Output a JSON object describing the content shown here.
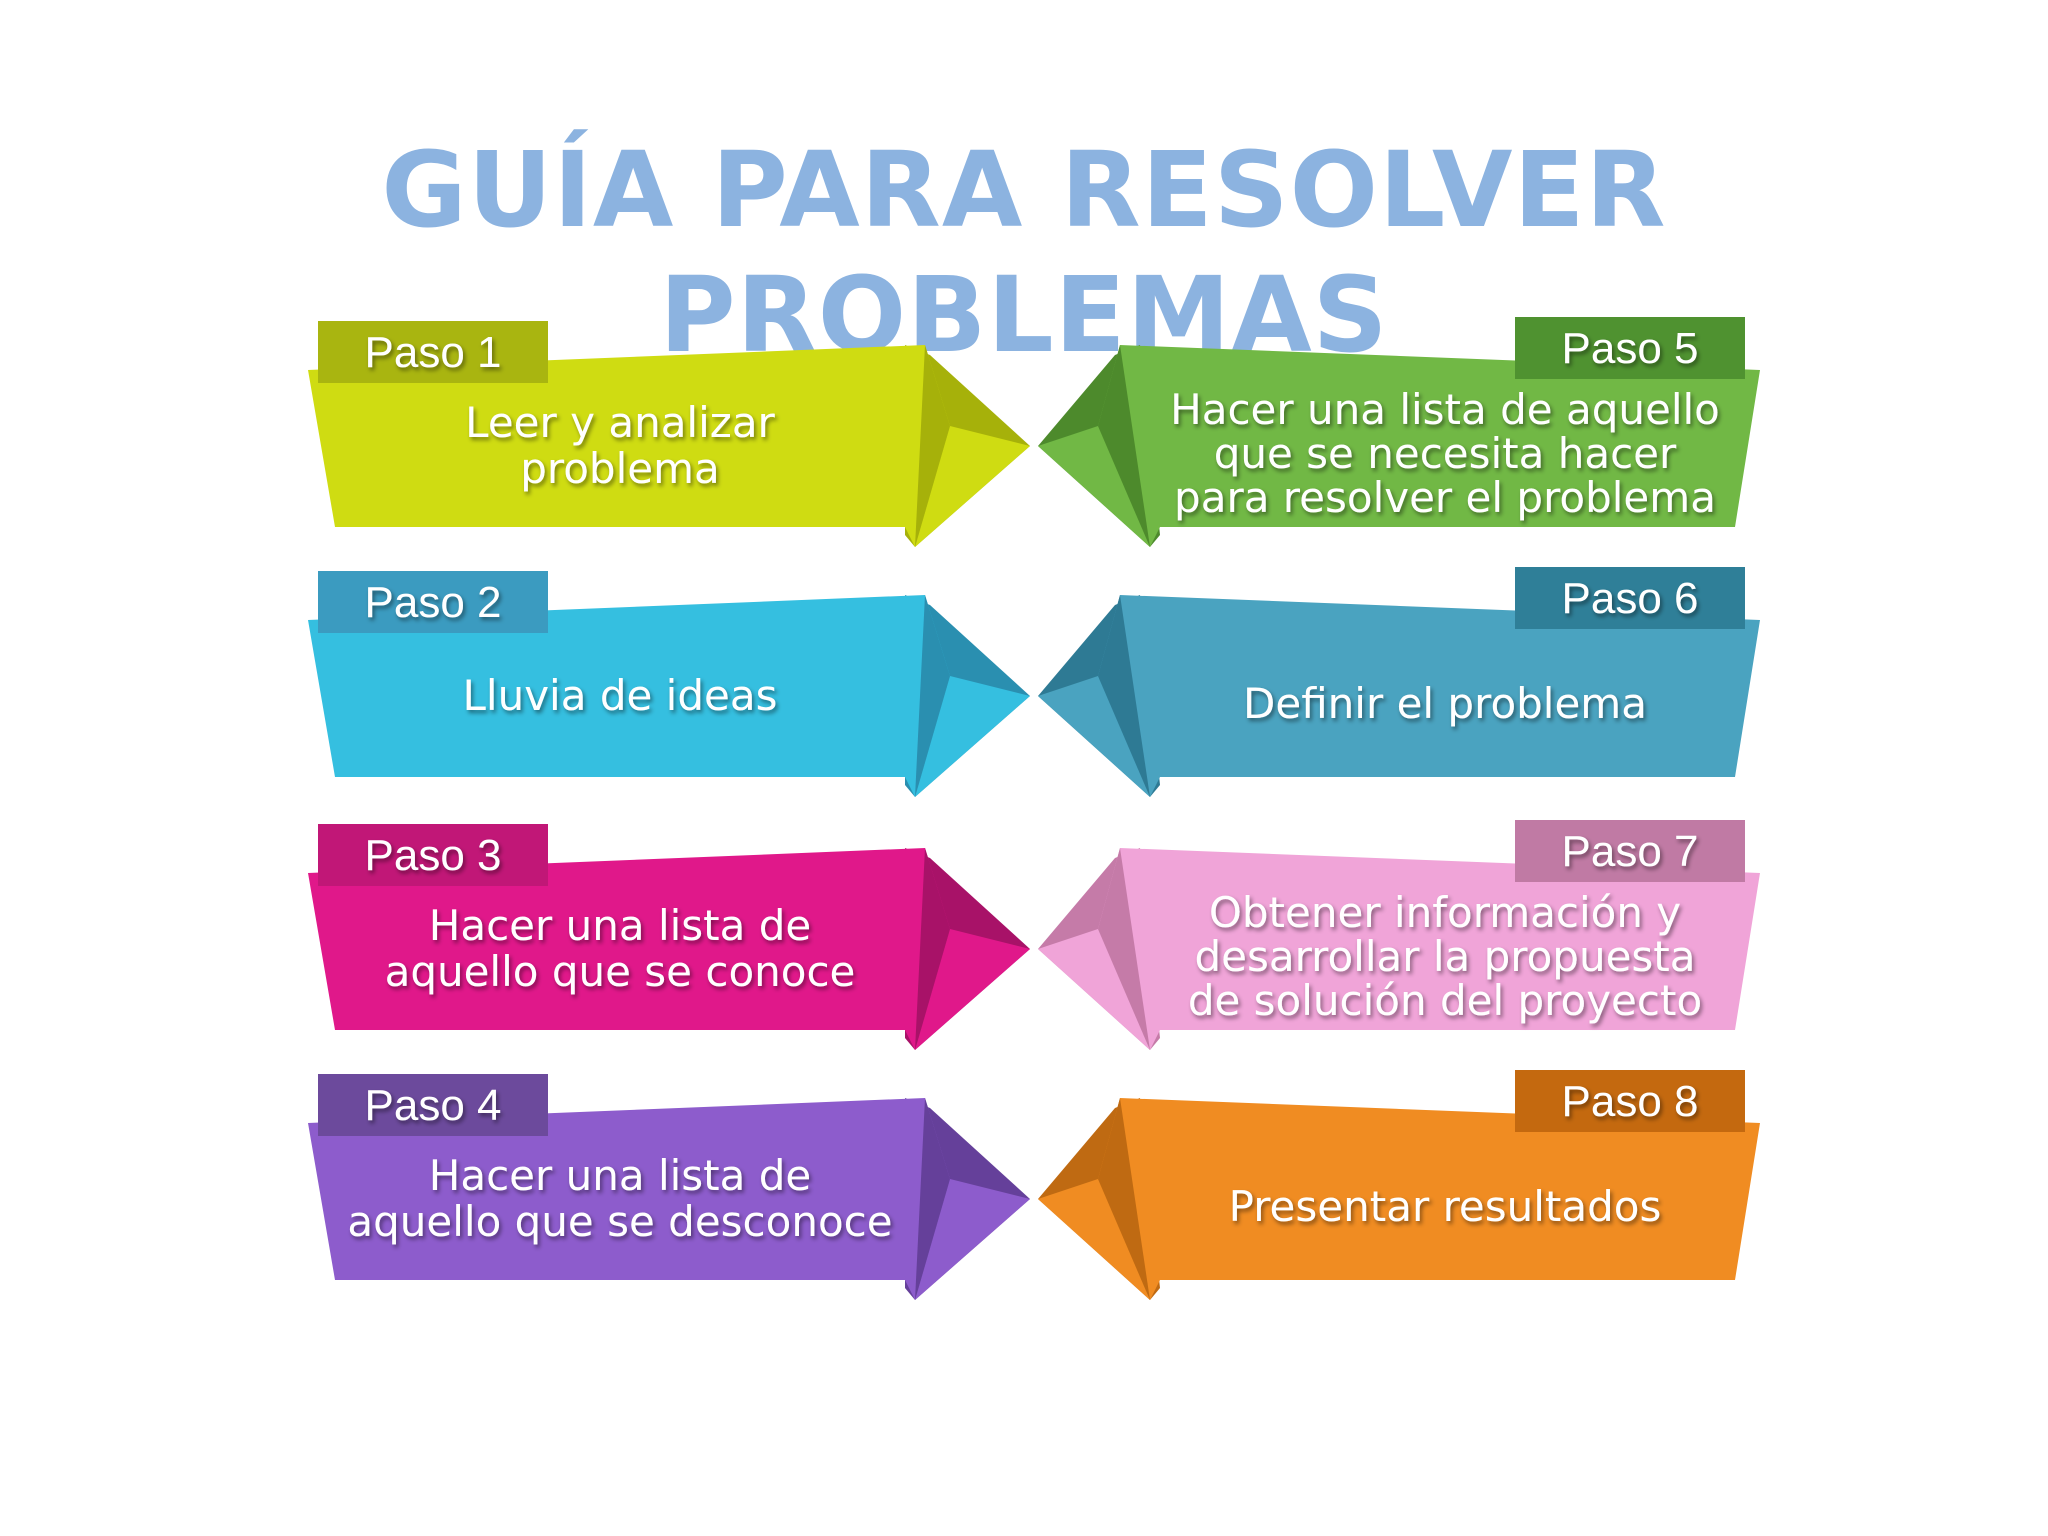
{
  "slide": {
    "title": "GUÍA PARA RESOLVER PROBLEMAS"
  },
  "steps": [
    {
      "label": "Paso 1",
      "lines": [
        "Leer y analizar",
        "problema"
      ],
      "color": "#cfdc12",
      "dark": "#a6b10a",
      "tab": "#a9b510"
    },
    {
      "label": "Paso 2",
      "lines": [
        "Lluvia de ideas"
      ],
      "color": "#35bfe0",
      "dark": "#2a8fb0",
      "tab": "#3b9bc0"
    },
    {
      "label": "Paso 3",
      "lines": [
        "Hacer una lista de",
        "aquello que se conoce"
      ],
      "color": "#e0188a",
      "dark": "#a81268",
      "tab": "#c11777"
    },
    {
      "label": "Paso 4",
      "lines": [
        "Hacer una lista de",
        "aquello que se desconoce"
      ],
      "color": "#8d5ccc",
      "dark": "#65409a",
      "tab": "#6c4a9c"
    },
    {
      "label": "Paso 5",
      "lines": [
        "Hacer una lista de aquello",
        "que se necesita hacer",
        "para resolver el problema"
      ],
      "color": "#71b845",
      "dark": "#4d8a2c",
      "tab": "#4f9230"
    },
    {
      "label": "Paso 6",
      "lines": [
        "Definir el problema"
      ],
      "color": "#4aa3c0",
      "dark": "#2e7a94",
      "tab": "#2f7f98"
    },
    {
      "label": "Paso 7",
      "lines": [
        "Obtener información y",
        "desarrollar la propuesta",
        "de solución del proyecto"
      ],
      "color": "#f0a4d8",
      "dark": "#c57ba8",
      "tab": "#c07aa4"
    },
    {
      "label": "Paso 8",
      "lines": [
        "Presentar resultados"
      ],
      "color": "#f08c22",
      "dark": "#bf6a12",
      "tab": "#c4690f"
    }
  ]
}
